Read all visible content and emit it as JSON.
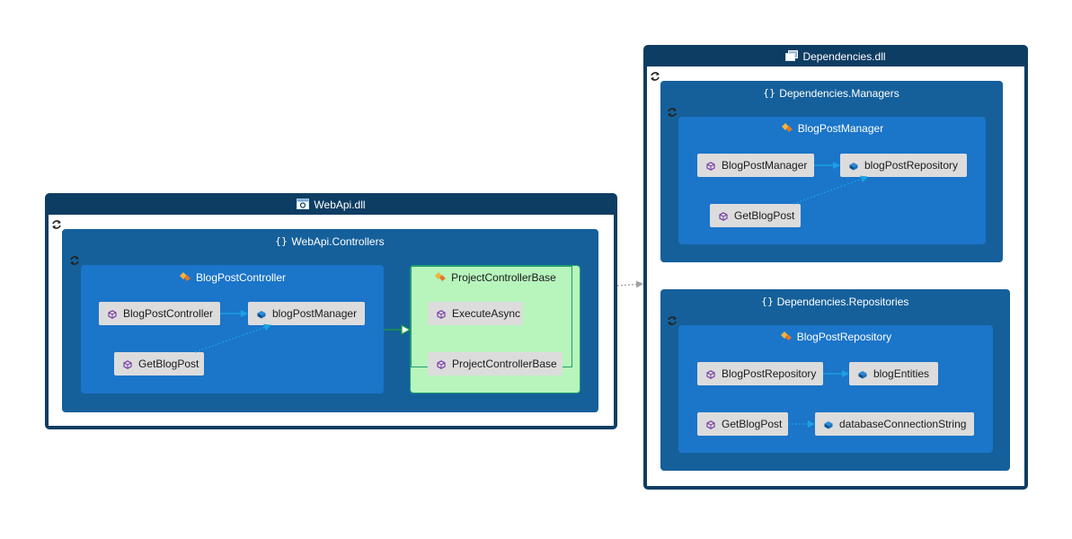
{
  "webapi": {
    "assembly_title": "WebApi.dll",
    "namespace_title": "WebApi.Controllers",
    "controller": {
      "title": "BlogPostController",
      "members": {
        "ctor": "BlogPostController",
        "field": "blogPostManager",
        "method": "GetBlogPost"
      }
    },
    "base": {
      "title": "ProjectControllerBase",
      "members": {
        "method": "ExecuteAsync",
        "ctor": "ProjectControllerBase"
      }
    }
  },
  "dependencies": {
    "assembly_title": "Dependencies.dll",
    "managers": {
      "namespace_title": "Dependencies.Managers",
      "class_title": "BlogPostManager",
      "members": {
        "ctor": "BlogPostManager",
        "field": "blogPostRepository",
        "method": "GetBlogPost"
      }
    },
    "repositories": {
      "namespace_title": "Dependencies.Repositories",
      "class_title": "BlogPostRepository",
      "members": {
        "ctor": "BlogPostRepository",
        "field1": "blogEntities",
        "method": "GetBlogPost",
        "field2": "databaseConnectionString"
      }
    }
  },
  "colors": {
    "assembly": "#0e3d63",
    "namespace": "#15609b",
    "class": "#1b75c9",
    "base_class": "#b7f5bd",
    "member": "#dcdcdc",
    "arrow_call": "#1ba1e2",
    "arrow_inherit": "#1f9e3a",
    "arrow_dependency": "#a0a0a0"
  }
}
